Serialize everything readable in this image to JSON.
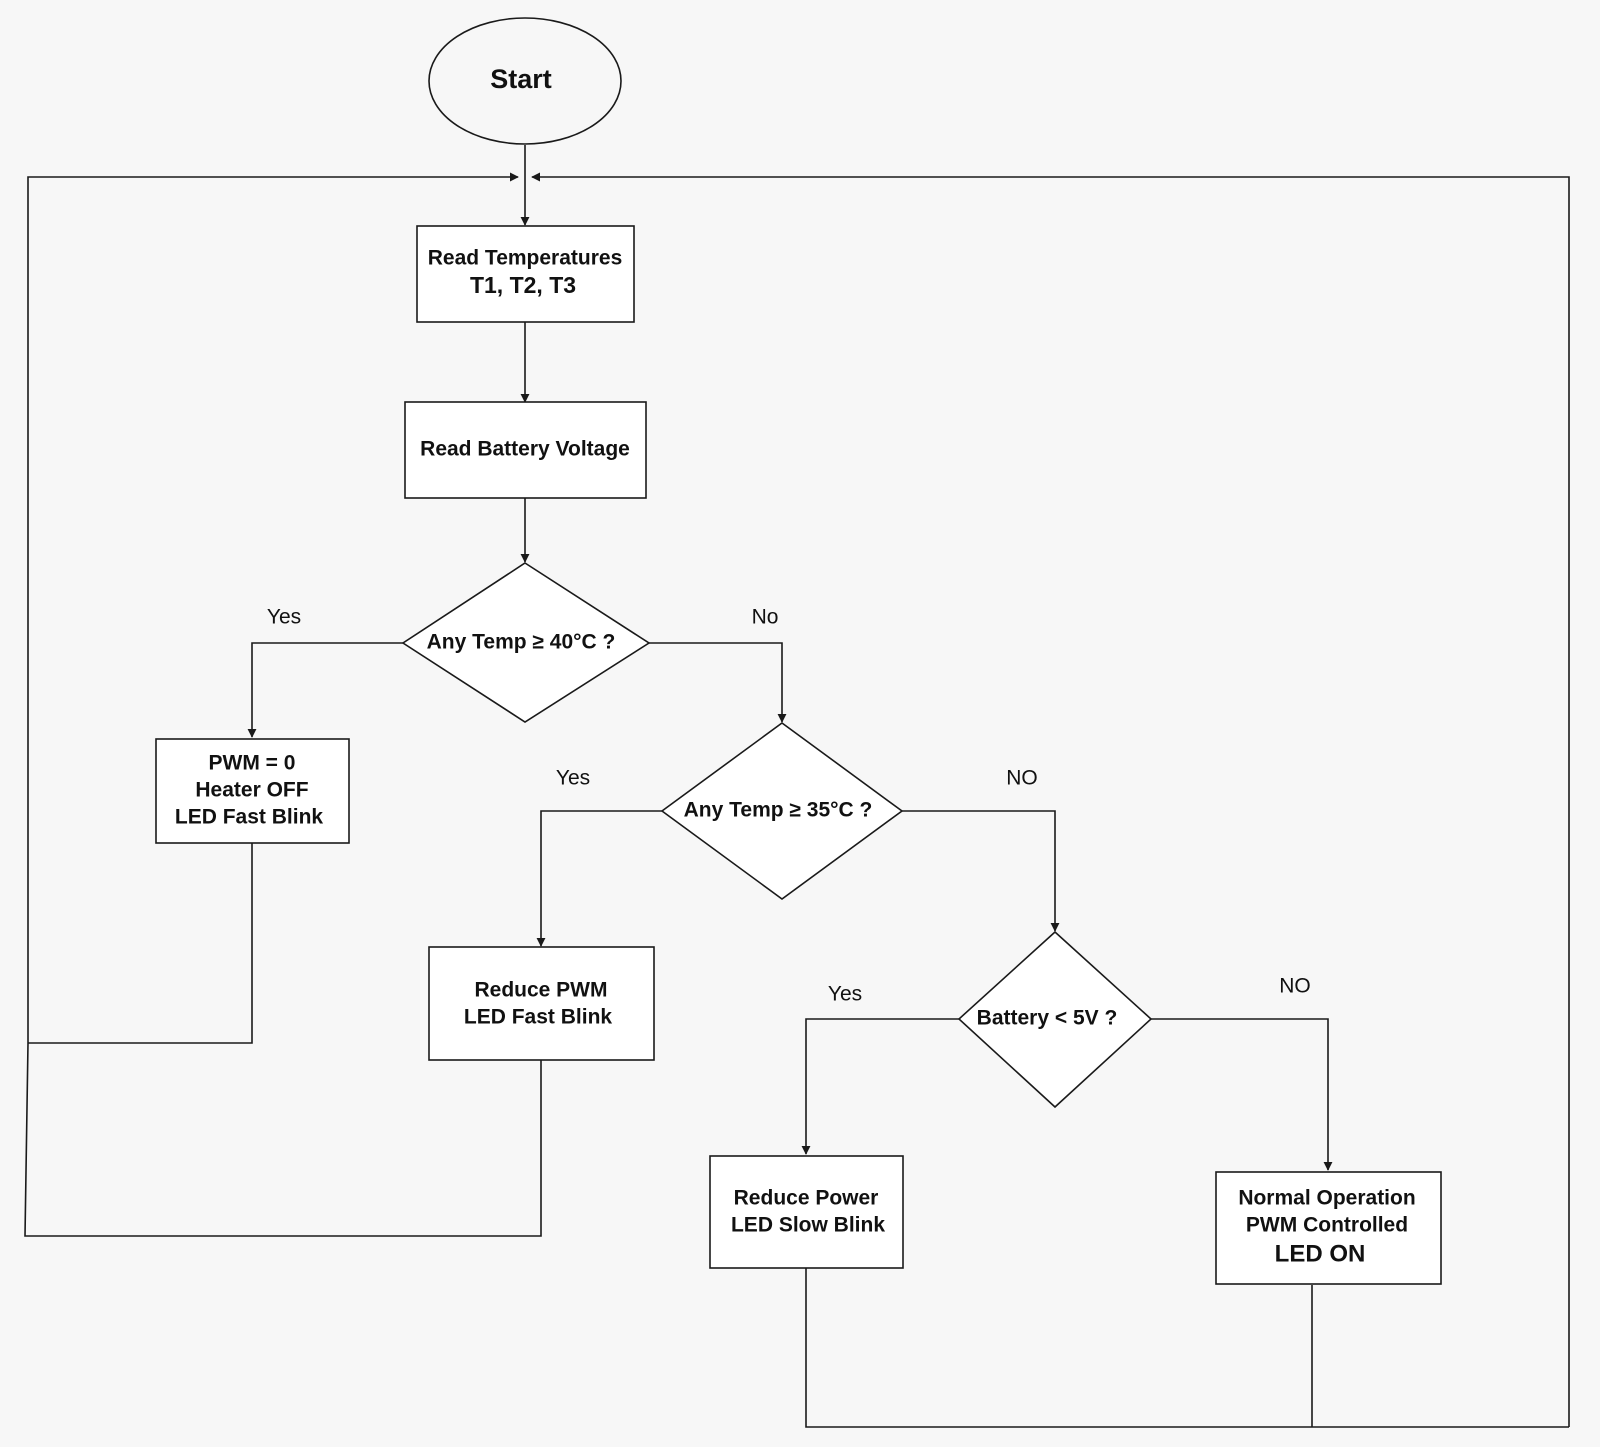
{
  "flowchart": {
    "start": "Start",
    "read_temps": {
      "line1": "Read Temperatures",
      "line2": "T1, T2, T3"
    },
    "read_battery": "Read Battery Voltage",
    "decision_40": "Any Temp ≥ 40°C ?",
    "decision_35": "Any Temp ≥ 35°C ?",
    "decision_battery": "Battery < 5V ?",
    "shutdown": {
      "line1": "PWM = 0",
      "line2": "Heater OFF",
      "line3": "LED Fast Blink"
    },
    "reduce_pwm": {
      "line1": "Reduce PWM",
      "line2": "LED Fast Blink"
    },
    "reduce_power": {
      "line1": "Reduce Power",
      "line2": "LED Slow Blink"
    },
    "normal": {
      "line1": "Normal Operation",
      "line2": "PWM Controlled",
      "line3": "LED ON"
    },
    "branch_labels": {
      "d40_yes": "Yes",
      "d40_no": "No",
      "d35_yes": "Yes",
      "d35_no": "NO",
      "dbat_yes": "Yes",
      "dbat_no": "NO"
    }
  }
}
